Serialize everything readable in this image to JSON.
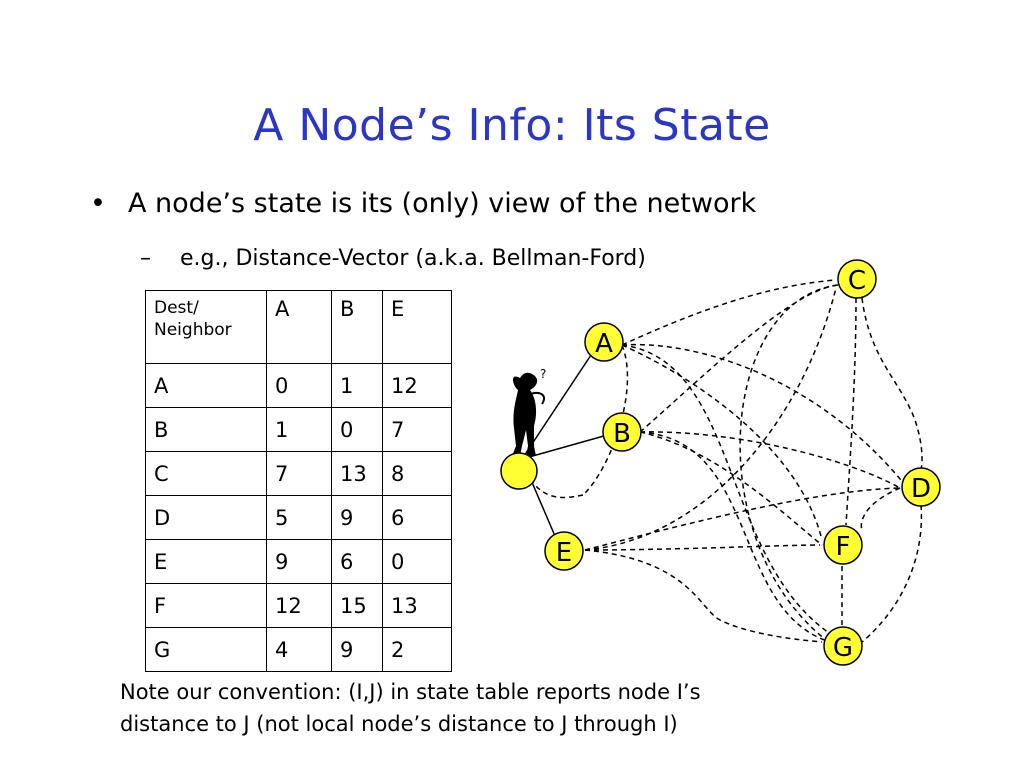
{
  "slide": {
    "title": "A Node’s Info: Its State",
    "bullet": "A node’s state is its (only) view of the network",
    "bullet_marker": "•",
    "sub_bullet": "e.g., Distance-Vector (a.k.a. Bellman-Ford)",
    "sub_marker": "–",
    "note_line1": "Note our convention: (I,J) in state table reports node I’s",
    "note_line2": "distance to J (not local node’s distance to J through I)"
  },
  "table": {
    "corner_line1": "Dest/",
    "corner_line2": "Neighbor",
    "columns": [
      "A",
      "B",
      "E"
    ],
    "rows": [
      {
        "dest": "A",
        "values": [
          "0",
          "1",
          "12"
        ]
      },
      {
        "dest": "B",
        "values": [
          "1",
          "0",
          "7"
        ]
      },
      {
        "dest": "C",
        "values": [
          "7",
          "13",
          "8"
        ]
      },
      {
        "dest": "D",
        "values": [
          "5",
          "9",
          "6"
        ]
      },
      {
        "dest": "E",
        "values": [
          "9",
          "6",
          "0"
        ]
      },
      {
        "dest": "F",
        "values": [
          "12",
          "15",
          "13"
        ]
      },
      {
        "dest": "G",
        "values": [
          "4",
          "9",
          "2"
        ]
      }
    ]
  },
  "network": {
    "nodes": [
      "C",
      "A",
      "B",
      "D",
      "F",
      "E",
      "G"
    ],
    "self_node_label": "",
    "node_color": "#ffff33",
    "title_color": "#2b35c8"
  }
}
